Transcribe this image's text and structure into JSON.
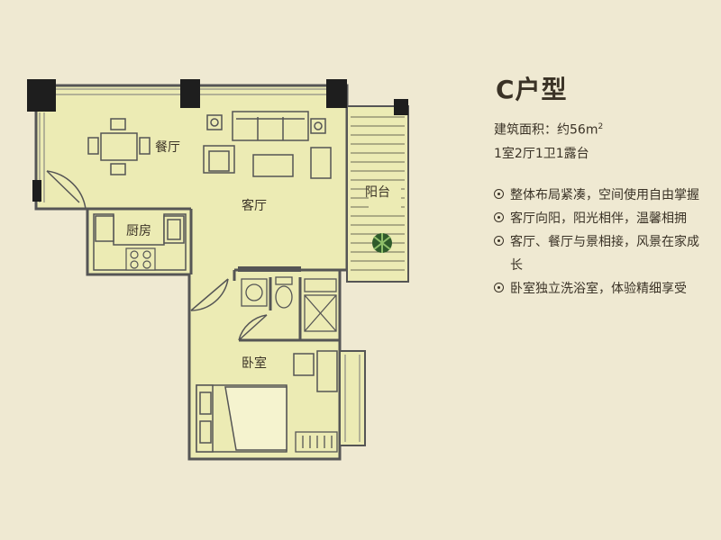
{
  "plan": {
    "rooms": {
      "dining": "餐厅",
      "living": "客厅",
      "kitchen": "厨房",
      "balcony": "阳台",
      "bedroom": "卧室"
    }
  },
  "info": {
    "title": "C户型",
    "area_label": "建筑面积：约56m",
    "area_sup": "2",
    "layout": "1室2厅1卫1露台",
    "features": [
      "整体布局紧凑，空间使用自由掌握",
      "客厅向阳，阳光相伴，温馨相拥",
      "客厅、餐厅与景相接，风景在家成长",
      "卧室独立洗浴室，体验精细享受"
    ]
  },
  "colors": {
    "background": "#efe9d2",
    "floor": "#ecebb4",
    "wall": "#555555",
    "pillar": "#1e1e1e",
    "text": "#3a3226"
  }
}
